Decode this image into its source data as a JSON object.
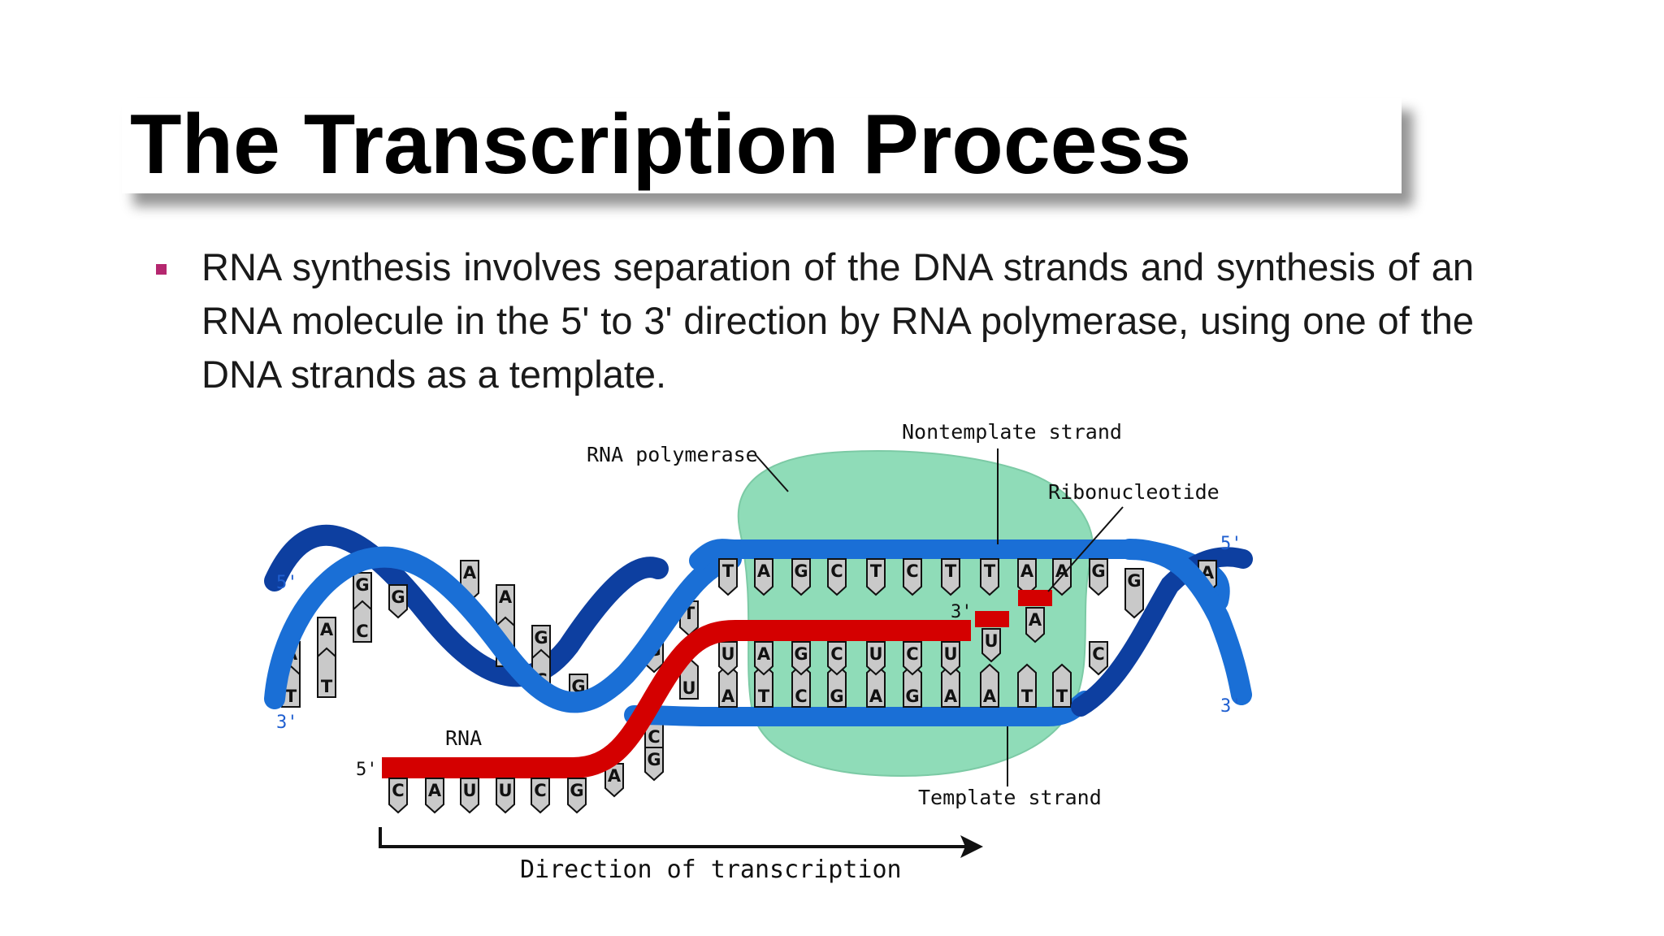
{
  "slide": {
    "title": "The Transcription Process",
    "bullet": "RNA synthesis involves separation of the DNA strands and synthesis of an RNA molecule in the 5' to 3' direction by RNA polymerase, using one of the DNA strands as a template."
  },
  "colors": {
    "bullet_marker": "#b5276f",
    "dna_backbone": "#1a6fd6",
    "dna_backbone_dark": "#0d3fa0",
    "rna_strand": "#d40000",
    "polymerase": "#8fdcb8"
  },
  "diagram": {
    "labels": {
      "rna_polymerase": "RNA polymerase",
      "nontemplate_strand": "Nontemplate strand",
      "ribonucleotide": "Ribonucleotide",
      "template_strand": "Template strand",
      "rna": "RNA",
      "direction": "Direction of transcription"
    },
    "ends": {
      "left_top": "5'",
      "left_bottom": "3'",
      "right_top": "5'",
      "right_bottom": "3'",
      "rna_5": "5'",
      "rna_3": "3'"
    },
    "nontemplate_bases": [
      "T",
      "A",
      "G",
      "C",
      "T",
      "C",
      "T",
      "T",
      "A",
      "A",
      "G"
    ],
    "template_bases": [
      "A",
      "T",
      "C",
      "G",
      "A",
      "G",
      "A",
      "A",
      "T",
      "T"
    ],
    "hybrid_rna_bases": [
      "U",
      "A",
      "G",
      "C",
      "U",
      "C",
      "U"
    ],
    "new_rna_base": "U",
    "free_ribonucleotide": "A",
    "released_rna_bases": [
      "C",
      "A",
      "U",
      "U",
      "C",
      "G"
    ],
    "left_helix_bases": [
      "A",
      "T",
      "A",
      "T",
      "G",
      "C",
      "G",
      "A",
      "A",
      "T",
      "G",
      "C",
      "G"
    ],
    "transition_bases": [
      "T",
      "G",
      "C",
      "U",
      "G",
      "A"
    ],
    "right_helix_bases": [
      "G",
      "C",
      "A"
    ]
  }
}
